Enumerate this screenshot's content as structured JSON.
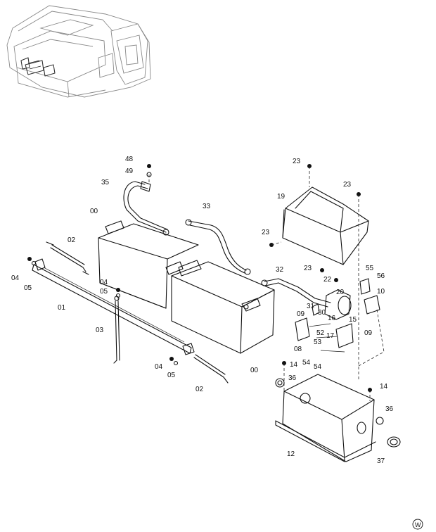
{
  "callouts": [
    {
      "text": "48"
    },
    {
      "text": "49"
    },
    {
      "text": "35"
    },
    {
      "text": "00"
    },
    {
      "text": "33"
    },
    {
      "text": "02"
    },
    {
      "text": "04"
    },
    {
      "text": "05"
    },
    {
      "text": "01"
    },
    {
      "text": "04"
    },
    {
      "text": "05"
    },
    {
      "text": "03"
    },
    {
      "text": "04"
    },
    {
      "text": "05"
    },
    {
      "text": "02"
    },
    {
      "text": "00"
    },
    {
      "text": "32"
    },
    {
      "text": "23"
    },
    {
      "text": "19"
    },
    {
      "text": "23"
    },
    {
      "text": "23"
    },
    {
      "text": "23"
    },
    {
      "text": "22"
    },
    {
      "text": "55"
    },
    {
      "text": "56"
    },
    {
      "text": "10"
    },
    {
      "text": "20"
    },
    {
      "text": "31"
    },
    {
      "text": "09"
    },
    {
      "text": "30"
    },
    {
      "text": "16"
    },
    {
      "text": "15"
    },
    {
      "text": "52"
    },
    {
      "text": "17"
    },
    {
      "text": "09"
    },
    {
      "text": "53"
    },
    {
      "text": "08"
    },
    {
      "text": "54"
    },
    {
      "text": "54"
    },
    {
      "text": "14"
    },
    {
      "text": "36"
    },
    {
      "text": "14"
    },
    {
      "text": "36"
    },
    {
      "text": "12"
    },
    {
      "text": "37"
    }
  ],
  "corner_mark": "W"
}
